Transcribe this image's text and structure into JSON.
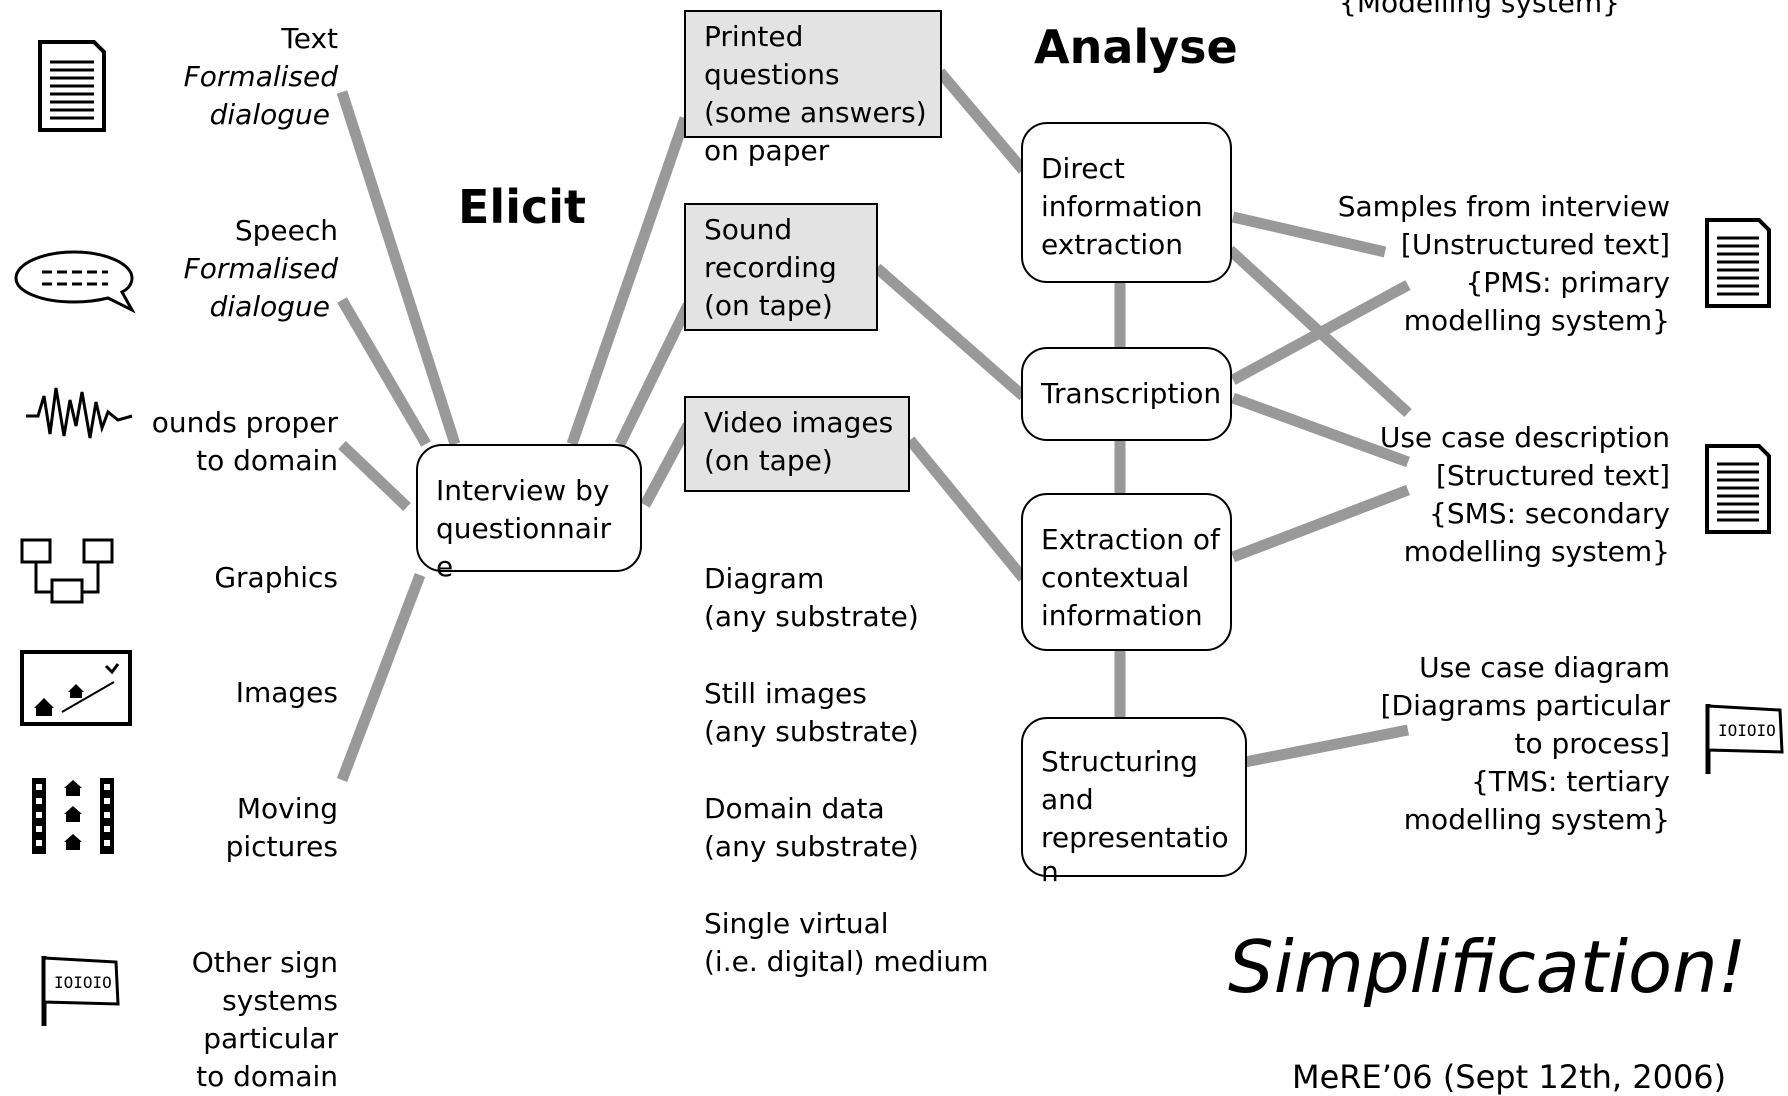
{
  "sources": {
    "text": {
      "label": "Text",
      "italic": [
        "Formalised",
        "dialogue"
      ]
    },
    "speech": {
      "label": "Speech",
      "italic": [
        "Formalised",
        "dialogue"
      ]
    },
    "sounds": [
      "ounds proper",
      "to domain"
    ],
    "graphics": "Graphics",
    "images": "Images",
    "moving": [
      "Moving",
      "pictures"
    ],
    "other": [
      "Other sign",
      "systems",
      "particular",
      "to domain"
    ]
  },
  "headings": {
    "elicit": "Elicit",
    "analyse": "Analyse"
  },
  "interview": [
    "Interview by",
    "questionnair",
    "e"
  ],
  "media": {
    "printed": [
      "Printed questions",
      "(some answers)",
      "on paper"
    ],
    "sound": [
      "Sound",
      "recording",
      "(on tape)"
    ],
    "video": [
      "Video images",
      "(on tape)"
    ],
    "diagram": [
      "Diagram",
      "(any substrate)"
    ],
    "still": [
      "Still images",
      "(any substrate)"
    ],
    "domain": [
      "Domain data",
      "(any substrate)"
    ],
    "virtual": [
      "Single virtual",
      "(i.e. digital) medium"
    ]
  },
  "process": {
    "direct": [
      "Direct",
      "information",
      "extraction"
    ],
    "transcription": "Transcription",
    "contextual": [
      "Extraction of",
      "contextual",
      "information"
    ],
    "structuring": [
      "Structuring",
      "and",
      "representatio",
      "n"
    ]
  },
  "outputs": {
    "top_cut": "{Modelling system}",
    "samples": [
      "Samples from interview",
      "[Unstructured text]",
      "{PMS: primary",
      "modelling system}"
    ],
    "usecase_desc": [
      "Use case description",
      "[Structured text]",
      "{SMS: secondary",
      "modelling system}"
    ],
    "usecase_diag": [
      "Use case diagram",
      "[Diagrams particular",
      "to process]",
      "{TMS: tertiary",
      "modelling system}"
    ]
  },
  "slogan": "Simplification!",
  "footer": "MeRE’06 (Sept 12th, 2006)",
  "colors": {
    "connector": "#999999",
    "media_fill": "#e3e3e3",
    "box_border": "#000000"
  }
}
